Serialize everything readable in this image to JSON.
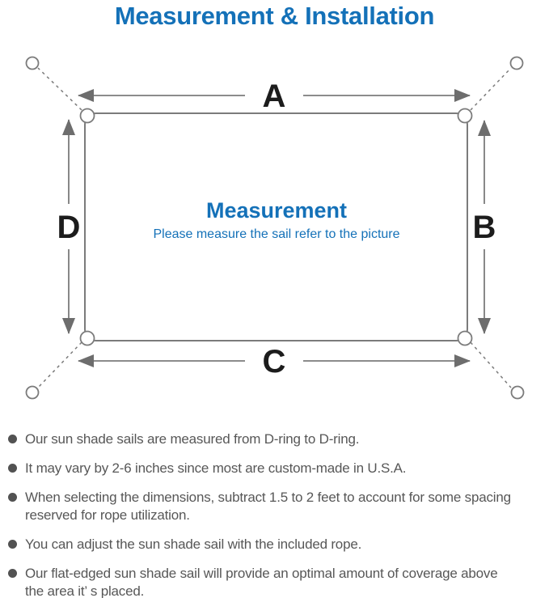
{
  "title": "Measurement & Installation",
  "diagram": {
    "heading": "Measurement",
    "subtitle": "Please measure the sail refer to the picture",
    "labels": {
      "top": "A",
      "right": "B",
      "bottom": "C",
      "left": "D"
    }
  },
  "notes": [
    "Our sun shade sails are measured from D-ring to D-ring.",
    "It may vary by 2-6 inches since most are custom-made in U.S.A.",
    "When selecting the dimensions, subtract 1.5 to 2 feet to account for some spacing\nreserved for rope utilization.",
    "You can adjust the sun shade sail with the included rope.",
    "Our flat-edged sun shade sail will provide an optimal amount of coverage above\nthe area it’ s placed."
  ],
  "colors": {
    "accent_blue": "#1471b8",
    "line_gray": "#7b7b7b",
    "arrowhead_gray": "#6d6d6d",
    "note_text_gray": "#575757",
    "dimension_label_black": "#1c1c1c",
    "background": "#ffffff"
  }
}
